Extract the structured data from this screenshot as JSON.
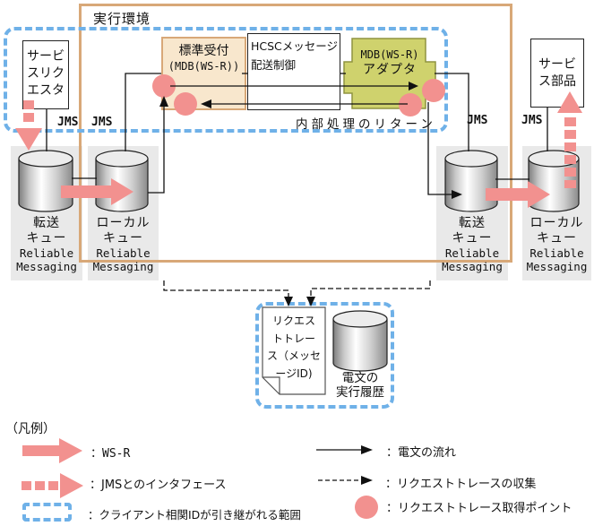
{
  "env_label": "実行環境",
  "nodes": {
    "service_requester": {
      "lines": [
        "サービ",
        "スリク",
        "エスタ"
      ]
    },
    "standard_reception": {
      "title": "標準受付",
      "subtitle": "(MDB(WS-R))"
    },
    "hcsc_control": {
      "lines": [
        "HCSCメッセージ",
        "配送制御"
      ]
    },
    "mdb_adapter": {
      "lines": [
        "MDB(WS-R)",
        "アダプタ"
      ]
    },
    "service_component": {
      "lines": [
        "サービ",
        "ス部品"
      ]
    }
  },
  "connection_labels": {
    "jms": "JMS",
    "internal_return": "内部処理のリターン"
  },
  "queues": {
    "transfer_name": [
      "転送",
      "キュー"
    ],
    "local_name": [
      "ローカル",
      "キュー"
    ],
    "product": [
      "Reliable",
      "Messaging"
    ]
  },
  "trace_store": {
    "document_lines": [
      "リクエス",
      "トトレー",
      "ス（メッセ",
      "ージID)"
    ],
    "cylinder_label": [
      "電文の",
      "実行履歴"
    ]
  },
  "legend": {
    "title": "（凡例）",
    "items": {
      "ws_r": "：WS-R",
      "jms_interface": "：JMSとのインタフェース",
      "client_correlation_scope": "：クライアント相関IDが引き継がれる範囲",
      "message_flow": "：電文の流れ",
      "trace_collection": "：リクエストトレースの収集",
      "trace_point": "：リクエストトレース取得ポイント"
    }
  },
  "colors": {
    "env_border": "#d8a878",
    "client_scope_blue": "#6fb1e8",
    "pink": "#f2918f",
    "reception_fill": "#f8e7cd",
    "adapter_fill": "#cfd26d",
    "adapter_border": "#8f9340",
    "queue_panel_gray": "#e9e9e9"
  }
}
